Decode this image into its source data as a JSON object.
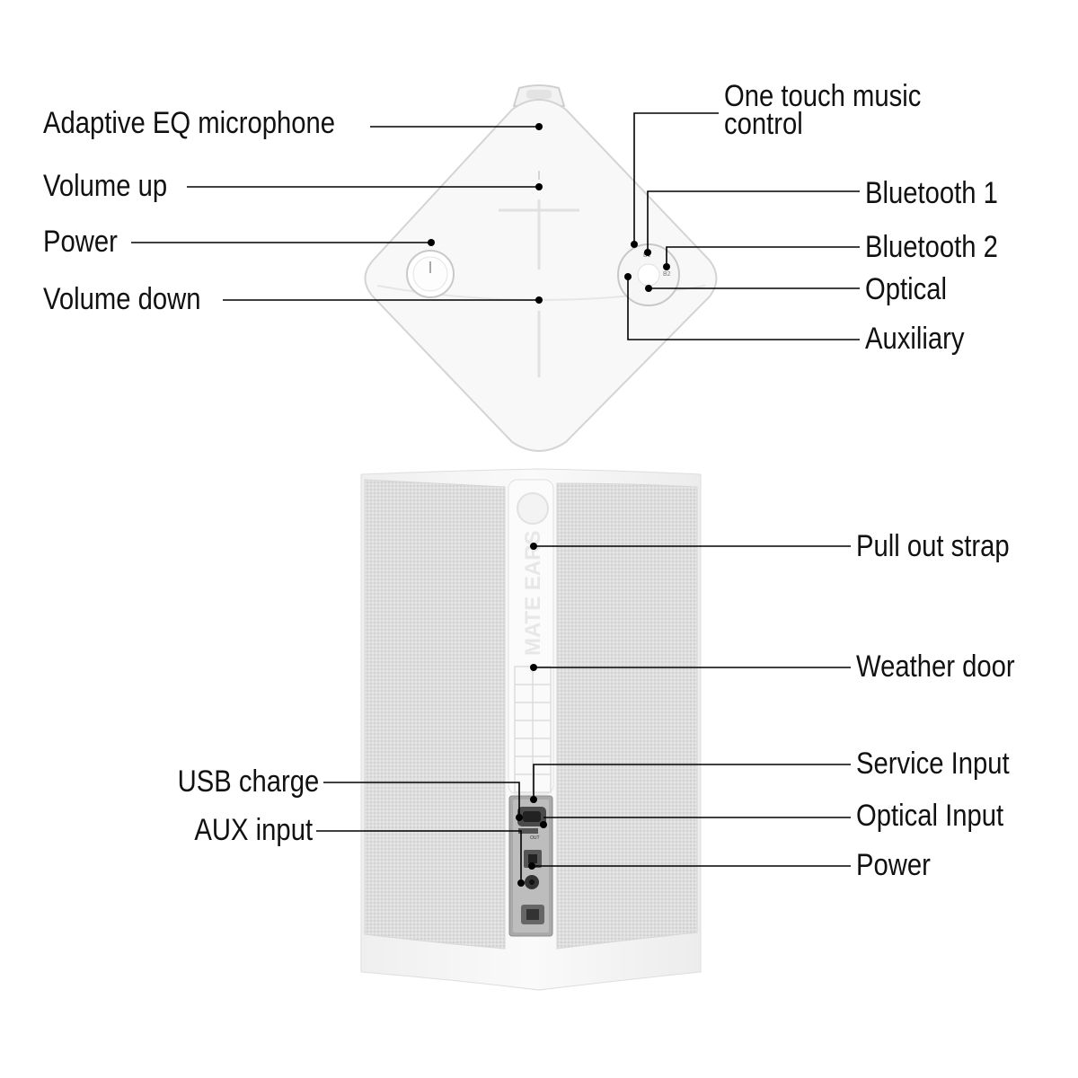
{
  "top_view": {
    "labels": {
      "adaptive_eq_microphone": "Adaptive EQ microphone",
      "volume_up": "Volume up",
      "power": "Power",
      "volume_down": "Volume down",
      "one_touch_line1": "One touch music",
      "one_touch_line2": "control",
      "bluetooth_1": "Bluetooth 1",
      "bluetooth_2": "Bluetooth 2",
      "optical": "Optical",
      "auxiliary": "Auxiliary"
    }
  },
  "side_view": {
    "brand_text": "MATE EARS",
    "labels": {
      "pull_out_strap": "Pull out strap",
      "weather_door": "Weather door",
      "usb_charge": "USB charge",
      "aux_input": "AUX input",
      "service_input": "Service Input",
      "optical_input": "Optical Input",
      "power": "Power"
    }
  },
  "colors": {
    "background": "#ffffff",
    "device_body": "#f7f7f7",
    "fabric": "#dcdcdc",
    "line": "#000000",
    "text": "#111111"
  }
}
